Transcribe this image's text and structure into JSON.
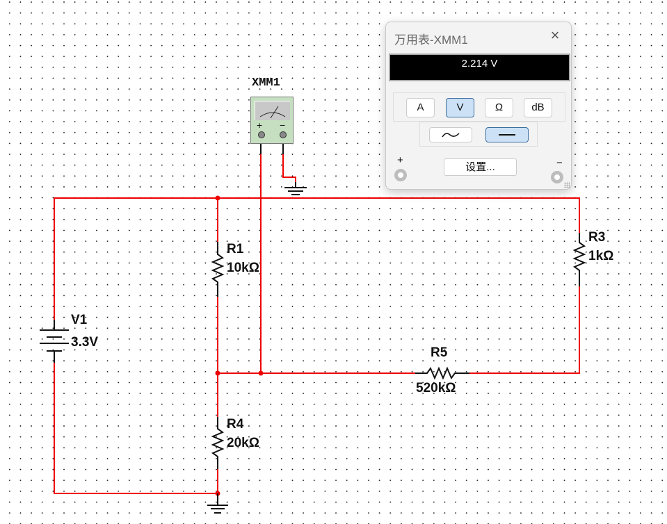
{
  "schematic": {
    "wire_color": "#ee0000",
    "lead_color": "#111111",
    "components": {
      "v1": {
        "name": "V1",
        "value": "3.3V"
      },
      "r1": {
        "name": "R1",
        "value": "10kΩ"
      },
      "r3": {
        "name": "R3",
        "value": "1kΩ"
      },
      "r4": {
        "name": "R4",
        "value": "20kΩ"
      },
      "r5": {
        "name": "R5",
        "value": "520kΩ"
      },
      "xmm1": {
        "name": "XMM1",
        "plus": "+",
        "minus": "−"
      }
    }
  },
  "multimeter_window": {
    "title": "万用表-XMM1",
    "close_icon": "×",
    "display": "2.214 V",
    "modes": [
      {
        "label": "A",
        "selected": false
      },
      {
        "label": "V",
        "selected": true
      },
      {
        "label": "Ω",
        "selected": false
      },
      {
        "label": "dB",
        "selected": false
      }
    ],
    "signal": [
      {
        "label": "∼",
        "icon": "ac-wave-icon",
        "selected": false
      },
      {
        "label": "—",
        "icon": "dc-line-icon",
        "selected": true
      }
    ],
    "settings_label": "设置...",
    "plus_label": "+",
    "minus_label": "−",
    "selected_color": "#cce1f6"
  }
}
